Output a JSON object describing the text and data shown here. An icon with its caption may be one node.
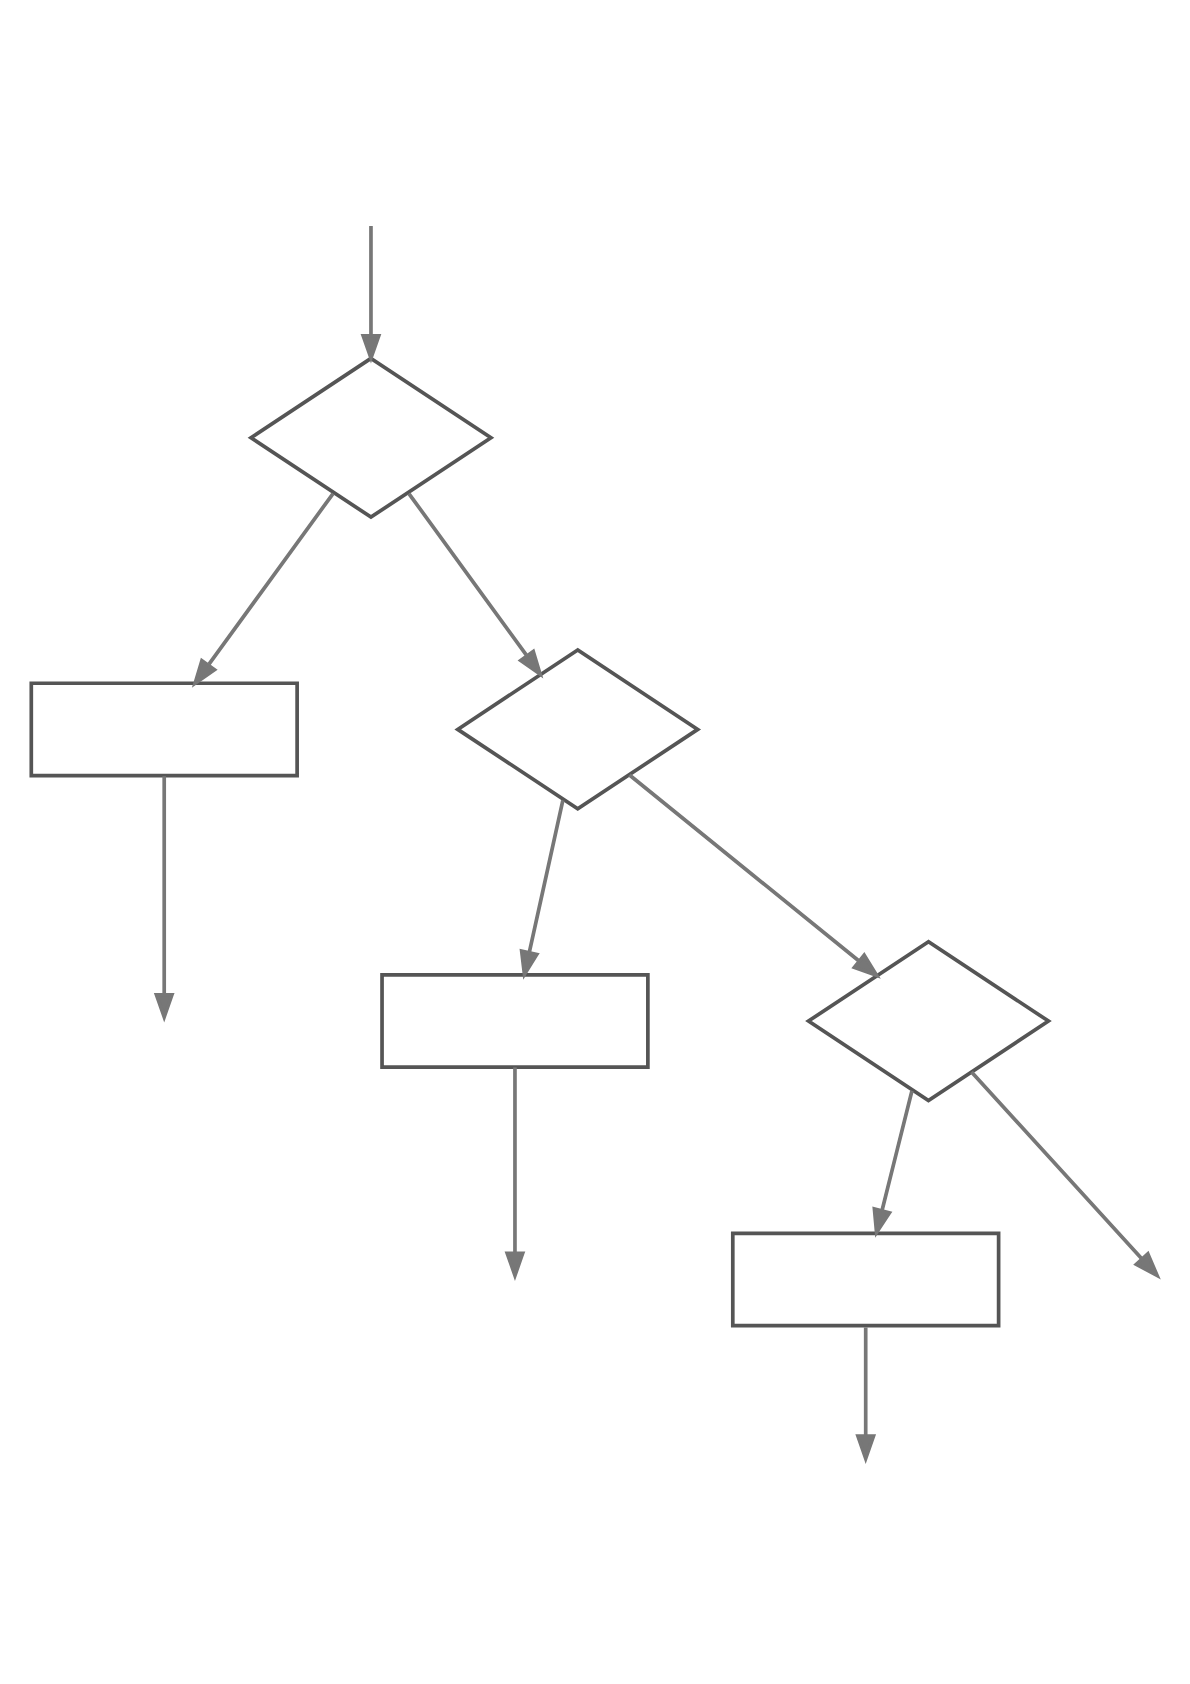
{
  "diagram": {
    "nodes": [
      {
        "text": [],
        "shape": "diamond"
      },
      {
        "text": [],
        "shape": "box"
      },
      {
        "text": [],
        "shape": "diamond"
      },
      {
        "text": [],
        "shape": "box"
      },
      {
        "text": [],
        "shape": "diamond"
      },
      {
        "text": [],
        "shape": "box"
      }
    ],
    "edges": [
      {
        "from": null,
        "to": 0,
        "arrow": "to"
      },
      {
        "from": 0,
        "to": 1,
        "arrow": "to"
      },
      {
        "from": 0,
        "to": 2,
        "arrow": "to"
      },
      {
        "from": 2,
        "to": 3,
        "arrow": "to"
      },
      {
        "from": 2,
        "to": 4,
        "arrow": "to"
      },
      {
        "from": 4,
        "to": 5,
        "arrow": "to"
      },
      {
        "from": 4,
        "to": null,
        "arrow": "to"
      },
      {
        "from": 1,
        "to": null,
        "arrow": "to"
      },
      {
        "from": 3,
        "to": null,
        "arrow": "to"
      },
      {
        "from": 5,
        "to": null,
        "arrow": "to"
      }
    ]
  }
}
